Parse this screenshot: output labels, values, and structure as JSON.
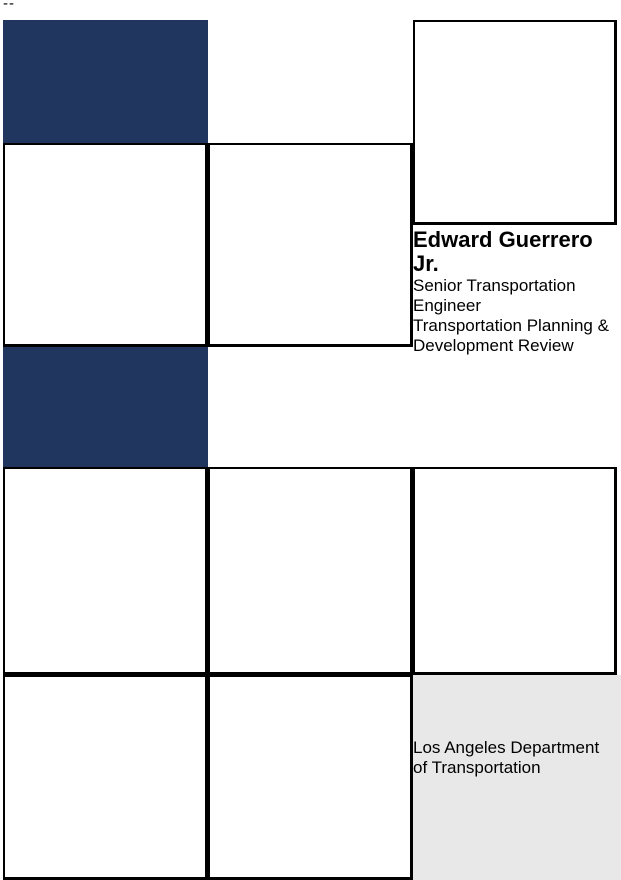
{
  "page": {
    "top_mark": "--"
  },
  "contact": {
    "name": "Edward Guerrero Jr.",
    "title": "Senior Transportation Engineer",
    "unit": "Transportation Planning & Development Review"
  },
  "organization": {
    "name": "Los Angeles Department of Transportation"
  },
  "colors": {
    "navy_block": "#20365f",
    "grey_block": "#e8e8e8",
    "frame": "#000000"
  }
}
